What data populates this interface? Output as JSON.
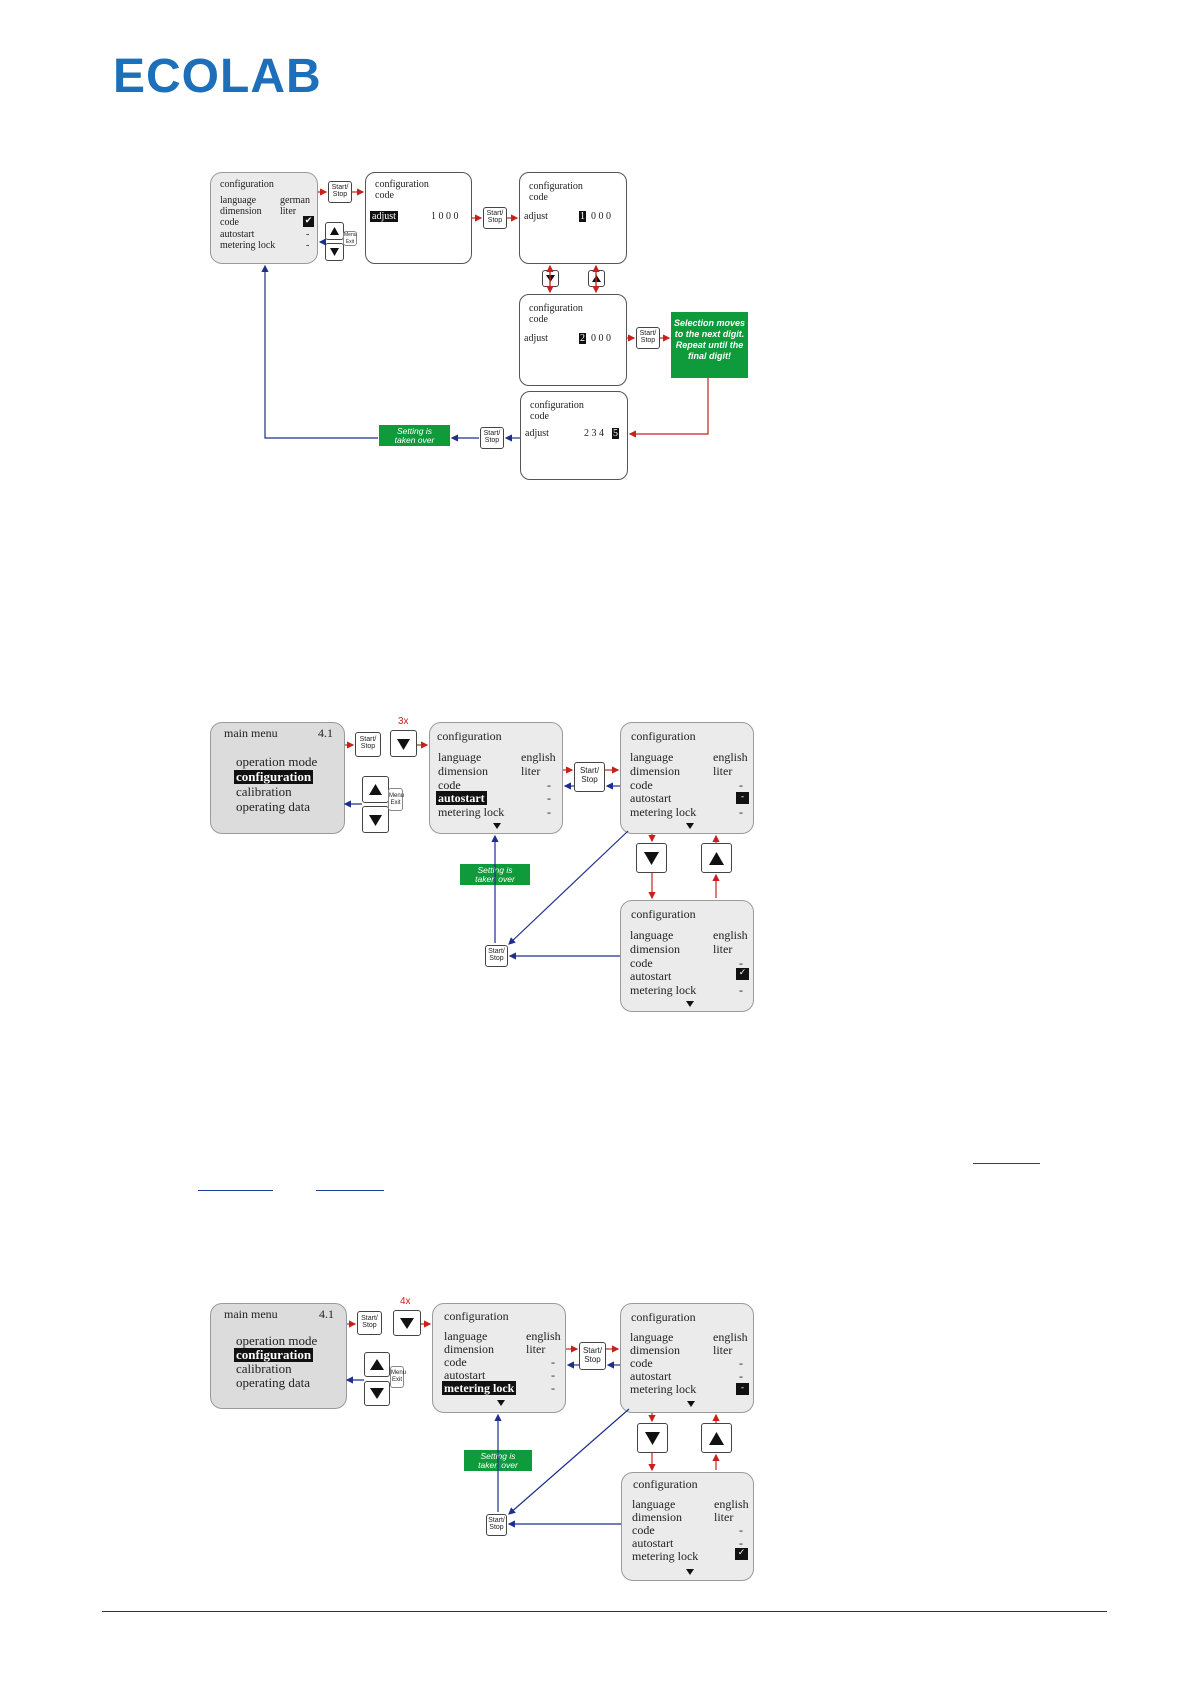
{
  "logo": {
    "text": "ECOLAB"
  },
  "diagram1": {
    "screen1": {
      "title": "configuration",
      "rows": [
        [
          "language",
          "german"
        ],
        [
          "dimension",
          "liter"
        ],
        [
          "code",
          ""
        ],
        [
          "autostart",
          "-"
        ],
        [
          "metering lock",
          "-"
        ]
      ],
      "code_check": "✔"
    },
    "screen2": {
      "title": "configuration",
      "subtitle": "code",
      "adjust": "adjust",
      "digits": "1  0  0  0"
    },
    "screen3": {
      "title": "configuration",
      "subtitle": "code",
      "adjust": "adjust",
      "sel_digit": "1",
      "rest": "0  0  0"
    },
    "screen4": {
      "title": "configuration",
      "subtitle": "code",
      "adjust": "adjust",
      "sel_digit": "2",
      "rest": "0  0  0"
    },
    "screen5": {
      "title": "configuration",
      "subtitle": "code",
      "adjust": "adjust",
      "rest": "2  3  4",
      "sel_digit": "5"
    },
    "start_stop": "Start/\nStop",
    "menu_exit": "Menu\nExit",
    "note_selection": "Selection moves to the next digit. Repeat until the final digit!",
    "note_taken": "Setting is taken over"
  },
  "diagram2": {
    "count": "3x",
    "main_menu": {
      "title": "main menu",
      "version": "4.1",
      "items": [
        "operation mode",
        "configuration",
        "calibration",
        "operating data"
      ]
    },
    "config1": {
      "title": "configuration",
      "rows": [
        [
          "language",
          "english"
        ],
        [
          "dimension",
          "liter"
        ],
        [
          "code",
          "-"
        ],
        [
          "autostart",
          "-"
        ],
        [
          "metering lock",
          "-"
        ]
      ]
    },
    "config2": {
      "title": "configuration",
      "rows": [
        [
          "language",
          "english"
        ],
        [
          "dimension",
          "liter"
        ],
        [
          "code",
          "-"
        ],
        [
          "autostart",
          ""
        ],
        [
          "metering lock",
          "-"
        ]
      ],
      "mark": "-"
    },
    "config3": {
      "title": "configuration",
      "rows": [
        [
          "language",
          "english"
        ],
        [
          "dimension",
          "liter"
        ],
        [
          "code",
          "-"
        ],
        [
          "autostart",
          ""
        ],
        [
          "metering lock",
          "-"
        ]
      ],
      "mark": "✓"
    },
    "start_stop": "Start/\nStop",
    "menu_exit": "Menu\nExit",
    "note_taken": "Setting is taken over"
  },
  "diagram3": {
    "count": "4x",
    "main_menu": {
      "title": "main menu",
      "version": "4.1",
      "items": [
        "operation mode",
        "configuration",
        "calibration",
        "operating data"
      ]
    },
    "config1": {
      "title": "configuration",
      "rows": [
        [
          "language",
          "english"
        ],
        [
          "dimension",
          "liter"
        ],
        [
          "code",
          "-"
        ],
        [
          "autostart",
          "-"
        ],
        [
          "metering lock",
          "-"
        ]
      ]
    },
    "config2": {
      "title": "configuration",
      "rows": [
        [
          "language",
          "english"
        ],
        [
          "dimension",
          "liter"
        ],
        [
          "code",
          "-"
        ],
        [
          "autostart",
          "-"
        ],
        [
          "metering lock",
          ""
        ]
      ],
      "mark": "-"
    },
    "config3": {
      "title": "configuration",
      "rows": [
        [
          "language",
          "english"
        ],
        [
          "dimension",
          "liter"
        ],
        [
          "code",
          "-"
        ],
        [
          "autostart",
          "-"
        ],
        [
          "metering lock",
          ""
        ]
      ],
      "mark": "✓"
    },
    "start_stop": "Start/\nStop",
    "menu_exit": "Menu\nExit",
    "note_taken": "Setting is taken over"
  },
  "colors": {
    "brand": "#1c6fb8",
    "red_arrow": "#c8201c",
    "blue_arrow": "#1f2f8c",
    "green_note": "#0f9a3b"
  }
}
